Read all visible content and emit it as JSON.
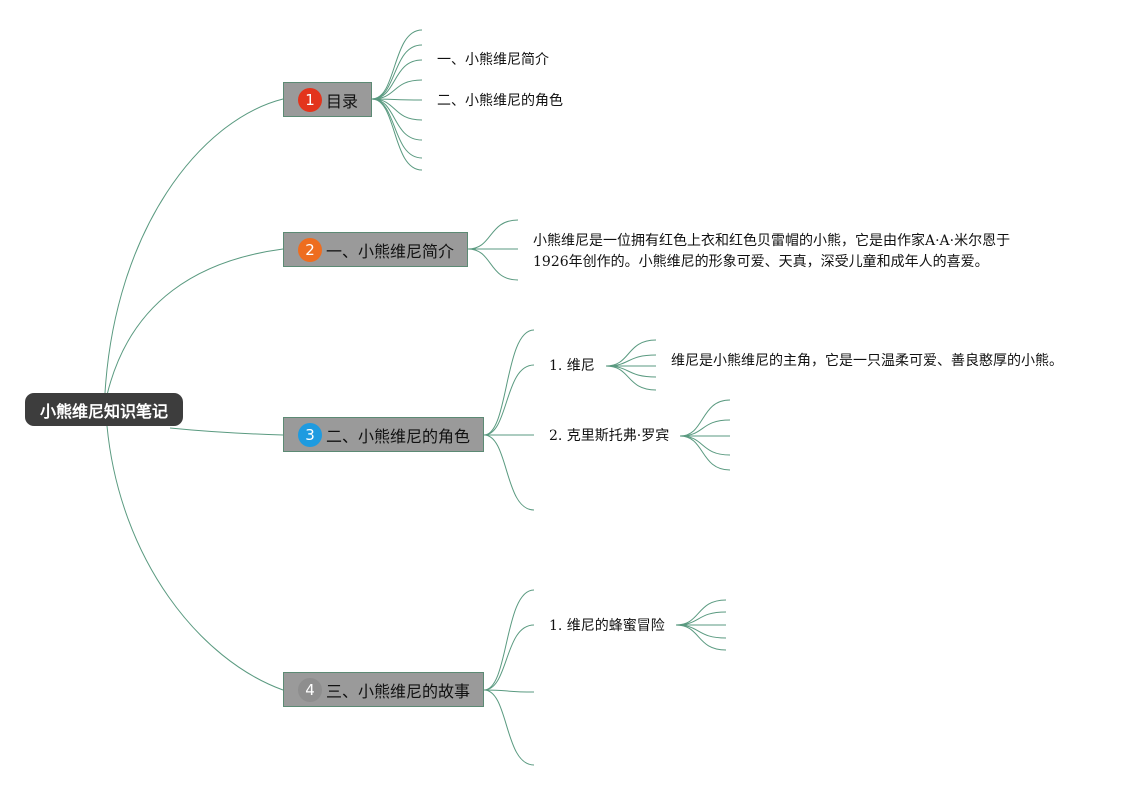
{
  "root": {
    "title": "小熊维尼知识笔记"
  },
  "topics": [
    {
      "num": "1",
      "label": "目录",
      "badge_color": "#e3341c"
    },
    {
      "num": "2",
      "label": "一、小熊维尼简介",
      "badge_color": "#ee6d1f"
    },
    {
      "num": "3",
      "label": "二、小熊维尼的角色",
      "badge_color": "#1e9be0"
    },
    {
      "num": "4",
      "label": "三、小熊维尼的故事",
      "badge_color": "#8e8e8e"
    }
  ],
  "toc": {
    "item1": "一、小熊维尼简介",
    "item2": "二、小熊维尼的角色"
  },
  "intro": {
    "text": "小熊维尼是一位拥有红色上衣和红色贝雷帽的小熊，它是由作家A·A·米尔恩于1926年创作的。小熊维尼的形象可爱、天真，深受儿童和成年人的喜爱。"
  },
  "roles": {
    "role1": "1. 维尼",
    "role1_desc": "维尼是小熊维尼的主角，它是一只温柔可爱、善良憨厚的小熊。",
    "role2": "2. 克里斯托弗·罗宾"
  },
  "stories": {
    "story1": "1. 维尼的蜂蜜冒险"
  },
  "colors": {
    "line": "#5a9a80",
    "root_bg": "#3d3d3d",
    "topic_bg": "#9a9a9a"
  }
}
